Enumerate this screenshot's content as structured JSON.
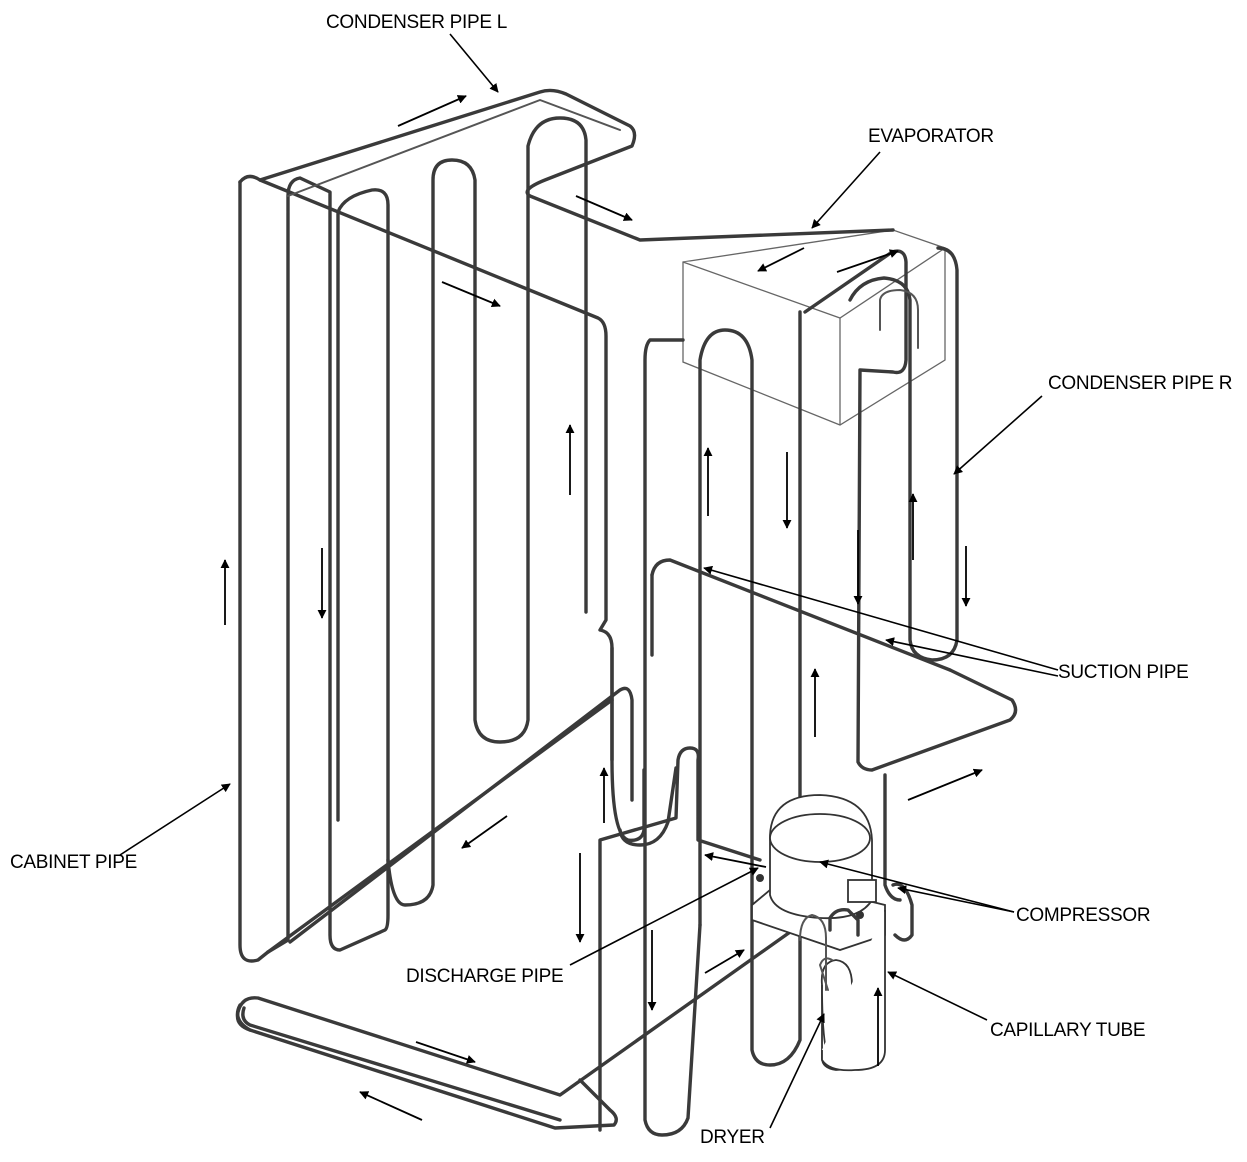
{
  "labels": {
    "condenser_pipe_l": "CONDENSER PIPE L",
    "evaporator": "EVAPORATOR",
    "condenser_pipe_r": "CONDENSER PIPE R",
    "suction_pipe": "SUCTION PIPE",
    "cabinet_pipe": "CABINET PIPE",
    "compressor": "COMPRESSOR",
    "discharge_pipe": "DISCHARGE PIPE",
    "capillary_tube": "CAPILLARY TUBE",
    "dryer": "DRYER"
  },
  "colors": {
    "pipe": "#3a3a3a",
    "line": "#000000",
    "background": "#ffffff"
  }
}
